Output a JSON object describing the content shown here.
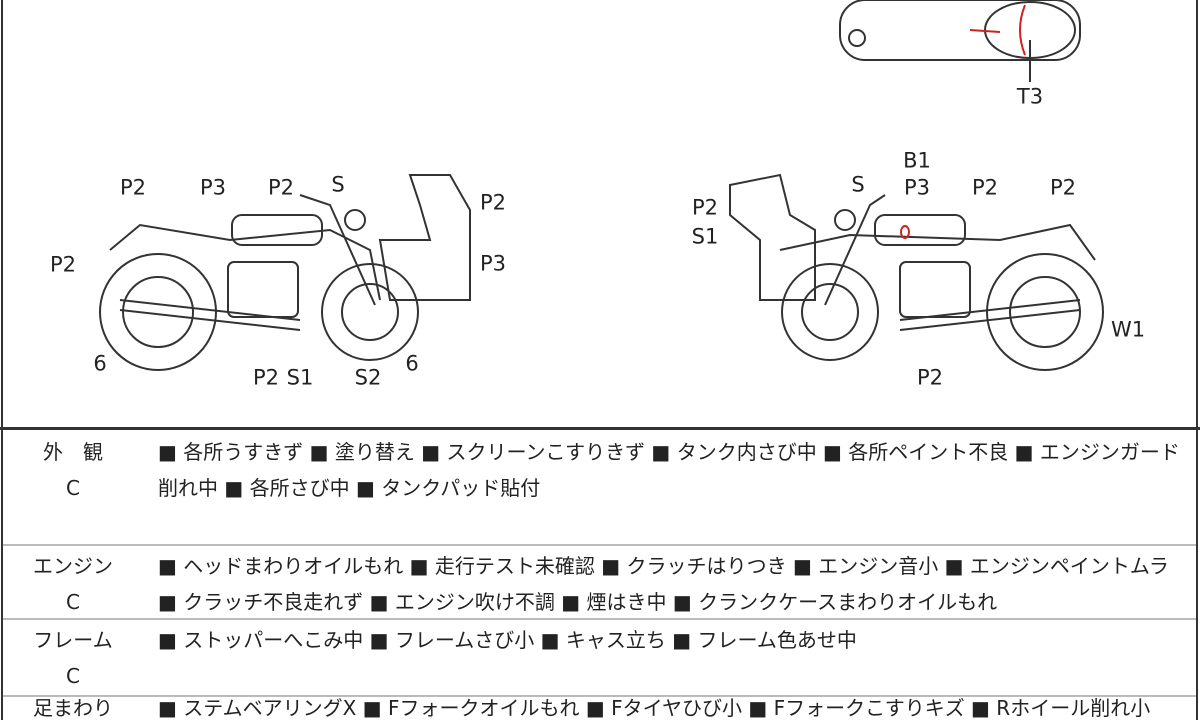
{
  "diagram": {
    "top_label": "T3",
    "left_bike": [
      "P2",
      "P3",
      "P2",
      "S",
      "P2",
      "P3",
      "P2",
      "6",
      "P2",
      "S1",
      "S2",
      "6"
    ],
    "right_bike": [
      "B1",
      "S",
      "P3",
      "P2",
      "P2",
      "P2",
      "S1",
      "W1",
      "P2"
    ]
  },
  "rows": [
    {
      "category": "外　観",
      "grade": "C",
      "text": "■ 各所うすきず ■ 塗り替え ■ スクリーンこすりきず ■ タンク内さび中 ■ 各所ペイント不良 ■ エンジンガード削れ中 ■ 各所さび中 ■ タンクパッド貼付"
    },
    {
      "category": "エンジン",
      "grade": "C",
      "text": "■ ヘッドまわりオイルもれ ■ 走行テスト未確認 ■ クラッチはりつき ■ エンジン音小 ■ エンジンペイントムラ ■ クラッチ不良走れず ■ エンジン吹け不調 ■ 煙はき中 ■ クランクケースまわりオイルもれ"
    },
    {
      "category": "フレーム",
      "grade": "C",
      "text": "■ ストッパーへこみ中 ■ フレームさび小 ■ キャス立ち ■ フレーム色あせ中"
    },
    {
      "category": "足まわり",
      "grade": "",
      "text": "■ ステムベアリングX ■ Fフォークオイルもれ ■ Fタイヤひび小 ■ Fフォークこすりキズ ■ Rホイール削れ小"
    }
  ],
  "colors": {
    "line": "#333333",
    "mark": "#cc2222"
  }
}
